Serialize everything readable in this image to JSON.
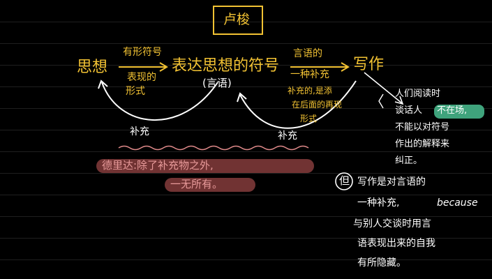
{
  "title": "卢梭",
  "diagram": {
    "node_thought": "思想",
    "arrow1_top": "有形符号",
    "arrow1_bottom_1": "表现的",
    "arrow1_bottom_2": "形式",
    "node_symbol": "表达思想的符号",
    "node_symbol_sub": "(言语)",
    "arrow2_top": "言语的",
    "arrow2_bottom": "一种补充",
    "node_writing": "写作",
    "writing_note_1": "补充的,是添",
    "writing_note_2": "在后面的再现",
    "writing_note_3": "形式",
    "supplement_left": "补充",
    "supplement_right": "补充"
  },
  "derrida_note": {
    "line1": "德里达:除了补充物之外,",
    "line2": "一无所有。"
  },
  "right_note": {
    "line1": "人们阅读时",
    "line2_a": "谈话人",
    "line2_b": "不在场,",
    "line3": "不能以对符号",
    "line4": "作出的解释来",
    "line5": "纠正。"
  },
  "but_note": {
    "marker": "但",
    "line1": "写作是对言语的",
    "line2_a": "一种补充,",
    "line2_b": "because",
    "line3": "与别人交谈时用言",
    "line4": "语表现出来的自我",
    "line5": "有所隐藏。"
  },
  "colors": {
    "background": "#000000",
    "title_box": "#f2c233",
    "yellow_ink": "#f2c233",
    "white_ink": "#ffffff",
    "pink_ink": "#e89a9a",
    "red_highlight": "#cd5c5c",
    "green_highlight": "#3fa37c"
  }
}
